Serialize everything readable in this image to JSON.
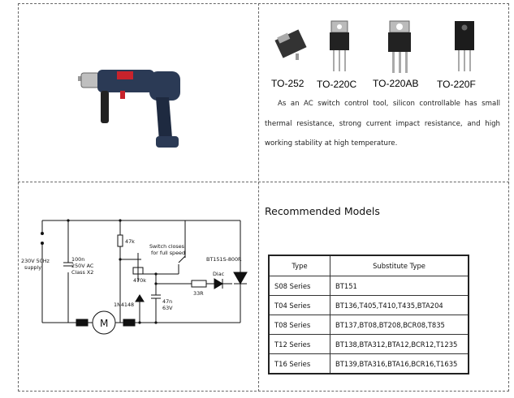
{
  "packages": [
    {
      "label": "TO-252"
    },
    {
      "label": "TO-220C"
    },
    {
      "label": "TO-220AB"
    },
    {
      "label": "TO-220F"
    }
  ],
  "description": "As an AC switch control tool, silicon controllable has small thermal resistance, strong current impact resistance, and high working stability at high temperature.",
  "recommended_title": "Recommended Models",
  "table": {
    "headers": [
      "Type",
      "Substitute Type"
    ],
    "rows": [
      {
        "type": "S08 Series",
        "substitute": "BT151"
      },
      {
        "type": "T04 Series",
        "substitute": "BT136,T405,T410,T435,BTA204"
      },
      {
        "type": "T08 Series",
        "substitute": "BT137,BT08,BT208,BCR08,T835"
      },
      {
        "type": "T12 Series",
        "substitute": "BT138,BTA312,BTA12,BCR12,T1235"
      },
      {
        "type": "T16 Series",
        "substitute": "BT139,BTA316,BTA16,BCR16,T1635"
      }
    ]
  },
  "circuit": {
    "supply_line1": "230V 50Hz",
    "supply_line2": "supply",
    "cap1_line1": "100n",
    "cap1_line2": "250V AC",
    "cap1_line3": "Class X2",
    "r47k": "47k",
    "switch_line1": "Switch closes",
    "switch_line2": "for full speed",
    "triac": "BT151S-800R",
    "pot": "470k",
    "diac": "Diac",
    "r33": "33R",
    "cap2_line1": "47n",
    "cap2_line2": "63V",
    "diode": "1N4148",
    "motor": "M"
  },
  "colors": {
    "drill_body": "#2b3a55",
    "drill_accent": "#c8232c"
  }
}
